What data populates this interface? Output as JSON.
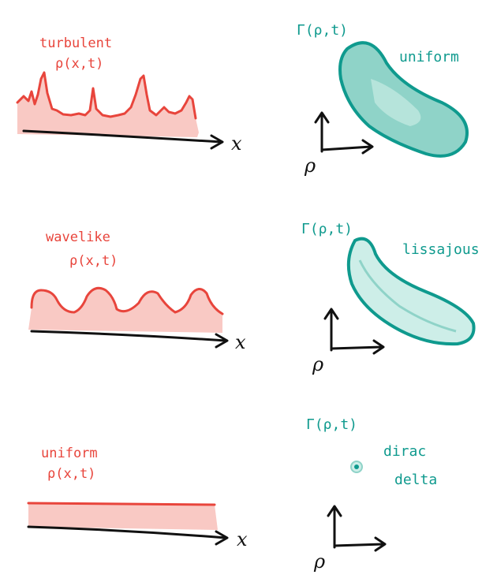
{
  "colors": {
    "red": "#e8453c",
    "red_fill": "#f9c9c4",
    "teal": "#0f9a8e",
    "teal_fill": "#8fd3c8",
    "teal_light": "#cdeee8",
    "ink": "#111111"
  },
  "rows": [
    {
      "density_label_1": "turbulent",
      "density_label_2": "ρ(x,t)",
      "x_axis_label": "x",
      "phase_label": "Γ(ρ,t)",
      "phase_axis_label": "ρ",
      "phase_note": "uniform"
    },
    {
      "density_label_1": "wavelike",
      "density_label_2": "ρ(x,t)",
      "x_axis_label": "x",
      "phase_label": "Γ(ρ,t)",
      "phase_axis_label": "ρ",
      "phase_note": "lissajous"
    },
    {
      "density_label_1": "uniform",
      "density_label_2": "ρ(x,t)",
      "x_axis_label": "x",
      "phase_label": "Γ(ρ,t)",
      "phase_axis_label": "ρ",
      "phase_note_1": "dirac",
      "phase_note_2": "delta"
    }
  ]
}
